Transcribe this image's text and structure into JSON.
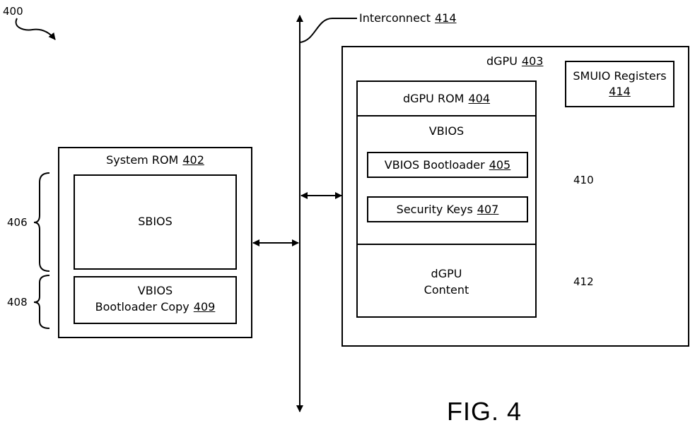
{
  "figure_ref": "400",
  "figure_title": "FIG. 4",
  "interconnect": {
    "label": "Interconnect",
    "ref": "414"
  },
  "system_rom": {
    "label": "System ROM",
    "ref": "402",
    "sbios": "SBIOS",
    "vbios_copy": {
      "line1": "VBIOS",
      "line2": "Bootloader Copy",
      "ref": "409"
    },
    "brace_406": "406",
    "brace_408": "408"
  },
  "dgpu": {
    "label": "dGPU",
    "ref": "403",
    "smuio": {
      "label": "SMUIO Registers",
      "ref": "414"
    },
    "rom": {
      "label": "dGPU ROM",
      "ref": "404"
    },
    "vbios": {
      "label": "VBIOS",
      "bootloader": {
        "label": "VBIOS Bootloader",
        "ref": "405"
      },
      "security_keys": {
        "label": "Security Keys",
        "ref": "407"
      }
    },
    "content": {
      "line1": "dGPU",
      "line2": "Content"
    },
    "brace_410": "410",
    "brace_412": "412"
  }
}
